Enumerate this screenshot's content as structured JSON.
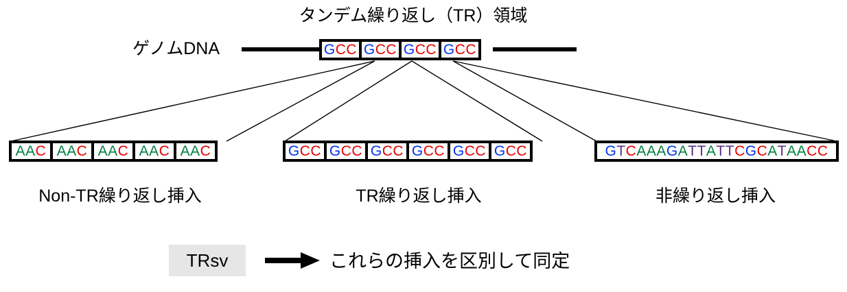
{
  "figure": {
    "title": "タンデム繰り返し（TR）領域",
    "genome_label": "ゲノムDNA"
  },
  "colors": {
    "A": "#008040",
    "C": "#e60000",
    "G": "#0033ee",
    "T": "#5a2d82",
    "frame": "#000000",
    "background": "#ffffff",
    "chip_background": "#e6e6e6"
  },
  "tr_region": {
    "repeat_unit": "GCC",
    "copies": 4,
    "units": [
      "GCC",
      "GCC",
      "GCC",
      "GCC"
    ]
  },
  "insertions": [
    {
      "id": "non-tr-repeat-insertion",
      "caption": "Non-TR繰り返し挿入",
      "repeat_unit": "AAC",
      "copies": 5,
      "units": [
        "AAC",
        "AAC",
        "AAC",
        "AAC",
        "AAC"
      ]
    },
    {
      "id": "tr-repeat-insertion",
      "caption": "TR繰り返し挿入",
      "repeat_unit": "GCC",
      "copies": 6,
      "units": [
        "GCC",
        "GCC",
        "GCC",
        "GCC",
        "GCC",
        "GCC"
      ]
    },
    {
      "id": "non-repeat-insertion",
      "caption": "非繰り返し挿入",
      "repeat_unit": null,
      "copies": 1,
      "units": [
        "GTCAAAGATTATTCGCATAACC"
      ]
    }
  ],
  "footer": {
    "tool_name": "TRsv",
    "arrow": "arrow-right-icon",
    "statement": "これらの挿入を区別して同定"
  }
}
